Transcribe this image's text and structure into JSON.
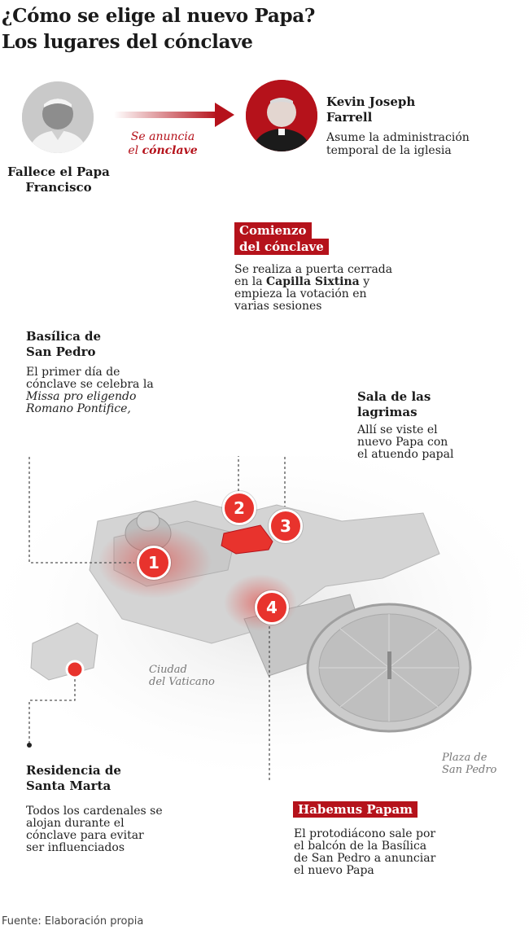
{
  "title_line1": "¿Cómo se elige al nuevo Papa?",
  "title_line2": "Los lugares del cónclave",
  "pope": {
    "caption_line1": "Fallece el Papa",
    "caption_line2": "Francisco"
  },
  "announce": {
    "line1": "Se anuncia",
    "line2_prefix": "el ",
    "line2_bold": "cónclave"
  },
  "camerlengo": {
    "name_line1": "Kevin Joseph",
    "name_line2": "Farrell",
    "desc_line1": "Asume la administración",
    "desc_line2": "temporal de la iglesia"
  },
  "comienzo": {
    "tag_line1": "Comienzo",
    "tag_line2": "del cónclave",
    "desc_line1": "Se realiza a puerta cerrada",
    "desc_line2_prefix": "en la ",
    "desc_line2_bold": "Capilla Sixtina",
    "desc_line2_suffix": " y",
    "desc_line3": "empieza la votación en",
    "desc_line4": "varias sesiones"
  },
  "basilica": {
    "title_line1": "Basílica de",
    "title_line2": "San Pedro",
    "desc_line1": "El primer día de",
    "desc_line2": "cónclave se celebra la",
    "desc_line3": "Missa pro eligendo",
    "desc_line4": "Romano Pontifice,"
  },
  "sala": {
    "title_line1": "Sala de las",
    "title_line2": "lagrimas",
    "desc_line1": "Allí se viste el",
    "desc_line2": "nuevo Papa con",
    "desc_line3": "el atuendo papal"
  },
  "santa_marta": {
    "title_line1": "Residencia de",
    "title_line2": "Santa Marta",
    "desc_line1": "Todos los cardenales se",
    "desc_line2": "alojan durante el",
    "desc_line3": "cónclave para evitar",
    "desc_line4": "ser influenciados"
  },
  "habemus": {
    "tag": "Habemus Papam",
    "desc_line1": "El protodiácono sale por",
    "desc_line2": "el balcón de la Basílica",
    "desc_line3": "de San Pedro a anunciar",
    "desc_line4": "el nuevo Papa"
  },
  "map_labels": {
    "ciudad_line1": "Ciudad",
    "ciudad_line2": "del Vaticano",
    "plaza_line1": "Plaza de",
    "plaza_line2": "San Pedro"
  },
  "markers": [
    "1",
    "2",
    "3",
    "4"
  ],
  "source": "Fuente: Elaboración propia",
  "colors": {
    "accent": "#b5121b",
    "marker": "#e8332d"
  }
}
